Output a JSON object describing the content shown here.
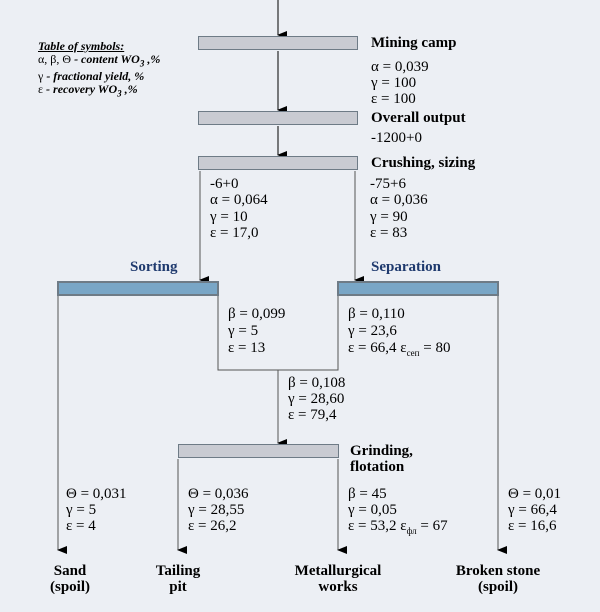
{
  "legend": {
    "title": "Table of symbols:",
    "lines": [
      {
        "symbols": "α, β, Θ",
        "text": " - content WO",
        "sub": "3",
        "tail": " ,%"
      },
      {
        "symbols": "γ",
        "text": " - fractional yield, %",
        "sub": "",
        "tail": ""
      },
      {
        "symbols": "ε",
        "text": " - recovery WO",
        "sub": "3",
        "tail": " ,%"
      }
    ]
  },
  "stages": {
    "mining": {
      "title": "Mining camp",
      "lines": [
        "α = 0,039",
        "γ = 100",
        "ε = 100"
      ]
    },
    "output": {
      "title": "Overall output",
      "lines": [
        "-1200+0"
      ]
    },
    "crushing": {
      "title": "Crushing, sizing",
      "left": [
        "-6+0",
        "α = 0,064",
        "γ = 10",
        "ε = 17,0"
      ],
      "right": [
        "-75+6",
        "α = 0,036",
        "γ = 90",
        "ε = 83"
      ]
    },
    "sorting": {
      "title": "Sorting",
      "lines": [
        "β = 0,099",
        "γ = 5",
        "ε = 13"
      ]
    },
    "separation": {
      "title": "Separation",
      "lines": [
        "β = 0,110",
        "γ = 23,6"
      ],
      "last": "ε = 66,4 ε",
      "last_sub": "сеп",
      "last_tail": " = 80"
    },
    "combined": {
      "lines": [
        "β = 0,108",
        "γ = 28,60",
        "ε = 79,4"
      ]
    },
    "grinding": {
      "title1": "Grinding,",
      "title2": "flotation",
      "lines": [
        "β = 45",
        "γ = 0,05"
      ],
      "last": "ε = 53,2 ε",
      "last_sub": "фл",
      "last_tail": " = 67"
    }
  },
  "products": {
    "sand": {
      "line1": "Sand",
      "line2": "(spoil)",
      "values": [
        "Θ = 0,031",
        "γ = 5",
        "ε = 4"
      ]
    },
    "tailing": {
      "line1": "Tailing",
      "line2": "pit",
      "values": [
        "Θ = 0,036",
        "γ = 28,55",
        "ε = 26,2"
      ]
    },
    "metallurgical": {
      "line1": "Metallurgical",
      "line2": "works"
    },
    "broken": {
      "line1": "Broken stone",
      "line2": "(spoil)",
      "values": [
        "Θ = 0,01",
        "γ = 66,4",
        "ε = 16,6"
      ]
    }
  }
}
